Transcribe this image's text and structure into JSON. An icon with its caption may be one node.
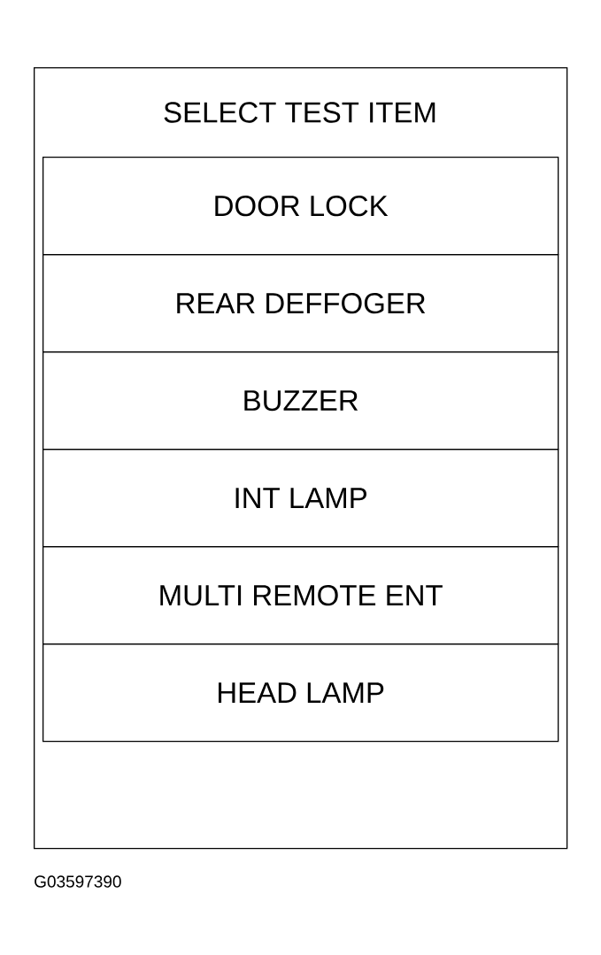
{
  "diagram": {
    "nodes": [
      {
        "text": [
          "SELECT TEST ITEM"
        ]
      },
      {
        "text": [
          "DOOR LOCK"
        ],
        "in": 0
      },
      {
        "text": [
          "REAR DEFFOGER"
        ],
        "in": 0
      },
      {
        "text": [
          "BUZZER"
        ],
        "in": 0
      },
      {
        "text": [
          "INT LAMP"
        ],
        "in": 0
      },
      {
        "text": [
          "MULTI REMOTE ENT"
        ],
        "in": 0
      },
      {
        "text": [
          "HEAD LAMP"
        ],
        "in": 0
      }
    ],
    "labels": [
      "G03597390"
    ]
  }
}
